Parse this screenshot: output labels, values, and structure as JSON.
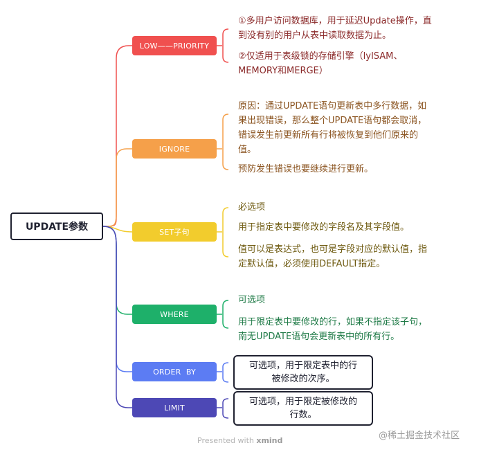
{
  "root": {
    "label": "UPDATE参数"
  },
  "colors": {
    "red": "#f0504f",
    "orange": "#f5a04a",
    "yellow": "#f2cc2d",
    "green": "#1eb06a",
    "blue": "#5c7cf3",
    "purple": "#4d48b5",
    "text_red": "#8b2a2a",
    "text_orange": "#8b5420",
    "text_yellow": "#6e5a10",
    "text_green": "#1e7a46",
    "dark": "#1f2130"
  },
  "nodes": {
    "low_priority": {
      "label": "LOW——PRIORITY",
      "lines": [
        "①多用户访问数据库，用于延迟Update操作，直",
        "到没有别的用户从表中读取数据为止。",
        "②仅适用于表级锁的存储引擎（lyISAM、",
        "MEMORY和MERGE）"
      ]
    },
    "ignore": {
      "label": "IGNORE",
      "lines": [
        "原因：通过UPDATE语句更新表中多行数据，如",
        "果出现错误，那么整个UPDATE语句都会取消，",
        "错误发生前更新所有行将被恢复到他们原来的",
        "值。",
        "预防发生错误也要继续进行更新。"
      ]
    },
    "set": {
      "label": "SET子句",
      "lines": [
        "必选项",
        "用于指定表中要修改的字段名及其字段值。",
        "值可以是表达式，也可是字段对应的默认值，指",
        "定默认值，必须使用DEFAULT指定。"
      ]
    },
    "where": {
      "label": "WHERE",
      "lines": [
        "可选项",
        "用于限定表中要修改的行，如果不指定该子句，",
        "南无UPDATE语句会更新表中的所有行。"
      ]
    },
    "order_by": {
      "label": "ORDER  BY",
      "lines": [
        "可选项，用于限定表中的行",
        "被修改的次序。"
      ]
    },
    "limit": {
      "label": "LIMIT",
      "lines": [
        "可选项，用于限定被修改的",
        "行数。"
      ]
    }
  },
  "footer": {
    "prefix": "Presented with ",
    "brand": "xmind"
  },
  "watermark": "@稀土掘金技术社区"
}
